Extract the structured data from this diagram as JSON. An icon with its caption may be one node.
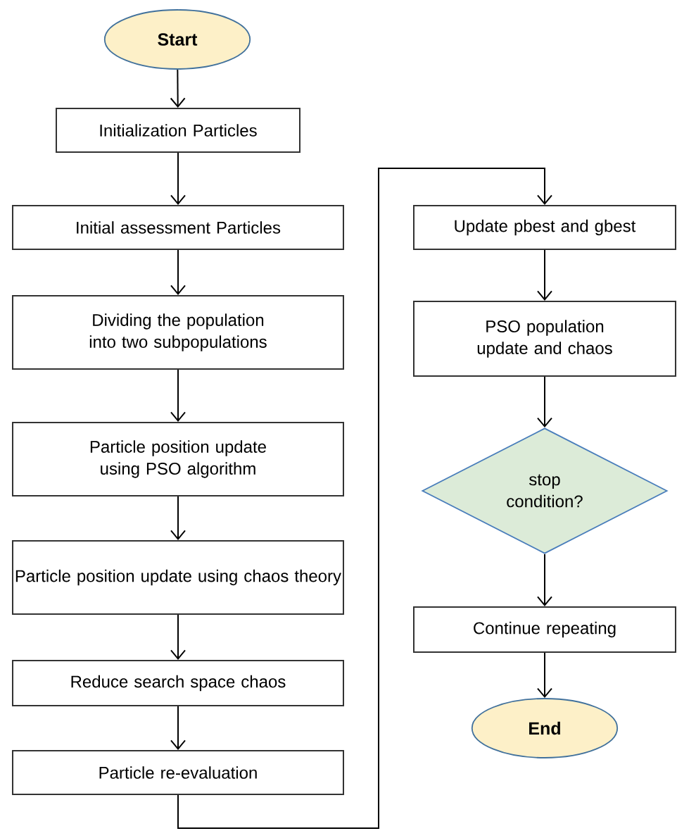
{
  "diagram": {
    "nodes": [
      {
        "text": [
          "Start"
        ]
      },
      {
        "text": [
          "Initialization Particles"
        ]
      },
      {
        "text": [
          "Initial assessment Particles"
        ]
      },
      {
        "text": [
          "Dividing the population into two subpopulations"
        ]
      },
      {
        "text": [
          "Particle position update using PSO algorithm"
        ]
      },
      {
        "text": [
          "Particle position update using chaos theory"
        ]
      },
      {
        "text": [
          "Reduce search space chaos"
        ]
      },
      {
        "text": [
          "Particle re-evaluation"
        ]
      },
      {
        "text": [
          "Update pbest and gbest"
        ]
      },
      {
        "text": [
          "PSO population update and chaos"
        ]
      },
      {
        "text": [
          "stop condition?"
        ]
      },
      {
        "text": [
          "Continue repeating"
        ]
      },
      {
        "text": [
          "End"
        ]
      }
    ],
    "edges": [
      {
        "from": 0,
        "to": 1,
        "arrow": "to"
      },
      {
        "from": 1,
        "to": 2,
        "arrow": "to"
      },
      {
        "from": 2,
        "to": 3,
        "arrow": "to"
      },
      {
        "from": 3,
        "to": 4,
        "arrow": "to"
      },
      {
        "from": 4,
        "to": 5,
        "arrow": "to"
      },
      {
        "from": 5,
        "to": 6,
        "arrow": "to"
      },
      {
        "from": 6,
        "to": 7,
        "arrow": "to"
      },
      {
        "from": 7,
        "to": 8,
        "arrow": "to"
      },
      {
        "from": 8,
        "to": 9,
        "arrow": "to"
      },
      {
        "from": 9,
        "to": 10,
        "arrow": "to"
      },
      {
        "from": 10,
        "to": 11,
        "arrow": "to"
      },
      {
        "from": 11,
        "to": 12,
        "arrow": "to"
      }
    ]
  }
}
